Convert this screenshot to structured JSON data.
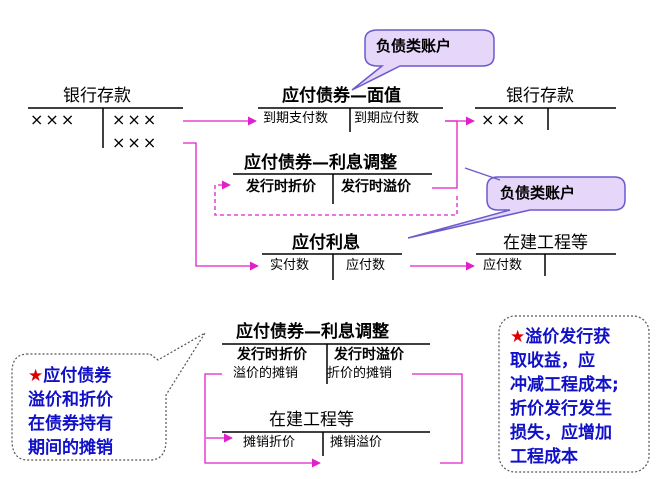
{
  "callout_top": "负债类账户",
  "callout_mid": "负债类账户",
  "bank_left": {
    "title": "银行存款",
    "debit": "×××",
    "credit_1": "×××",
    "credit_2": "×××"
  },
  "bonds_face": {
    "title": "应付债券—面值",
    "debit": "到期支付数",
    "credit": "到期应付数"
  },
  "bank_right": {
    "title": "银行存款",
    "debit": "×××"
  },
  "bonds_interest": {
    "title": "应付债券—利息调整",
    "debit": "发行时折价",
    "credit": "发行时溢价"
  },
  "interest_payable": {
    "title": "应付利息",
    "debit": "实付数",
    "credit": "应付数"
  },
  "construction_top": {
    "title": "在建工程等",
    "debit": "应付数"
  },
  "bottom_interest": {
    "title": "应付债券—利息调整",
    "debit": "发行时折价",
    "credit": "发行时溢价",
    "debit_sub": "溢价的摊销",
    "credit_sub": "折价的摊销"
  },
  "bottom_construction": {
    "title": "在建工程等",
    "debit": "摊销折价",
    "credit": "摊销溢价"
  },
  "note_left": {
    "star": "★",
    "lines": [
      "应付债券",
      "溢价和折价",
      "在债券持有",
      "期间的摊销"
    ]
  },
  "note_right": {
    "star": "★",
    "lines": [
      "溢价发行获",
      "取收益，应",
      "冲减工程成本;",
      "折价发行发生",
      "损失，应增加",
      "工程成本"
    ]
  },
  "colors": {
    "line": "#000000",
    "arrow": "#e020c8",
    "callout_fill": "#e6d6fa",
    "callout_border": "#6a5acd",
    "note_text": "#1010c8",
    "star": "#e00000"
  }
}
